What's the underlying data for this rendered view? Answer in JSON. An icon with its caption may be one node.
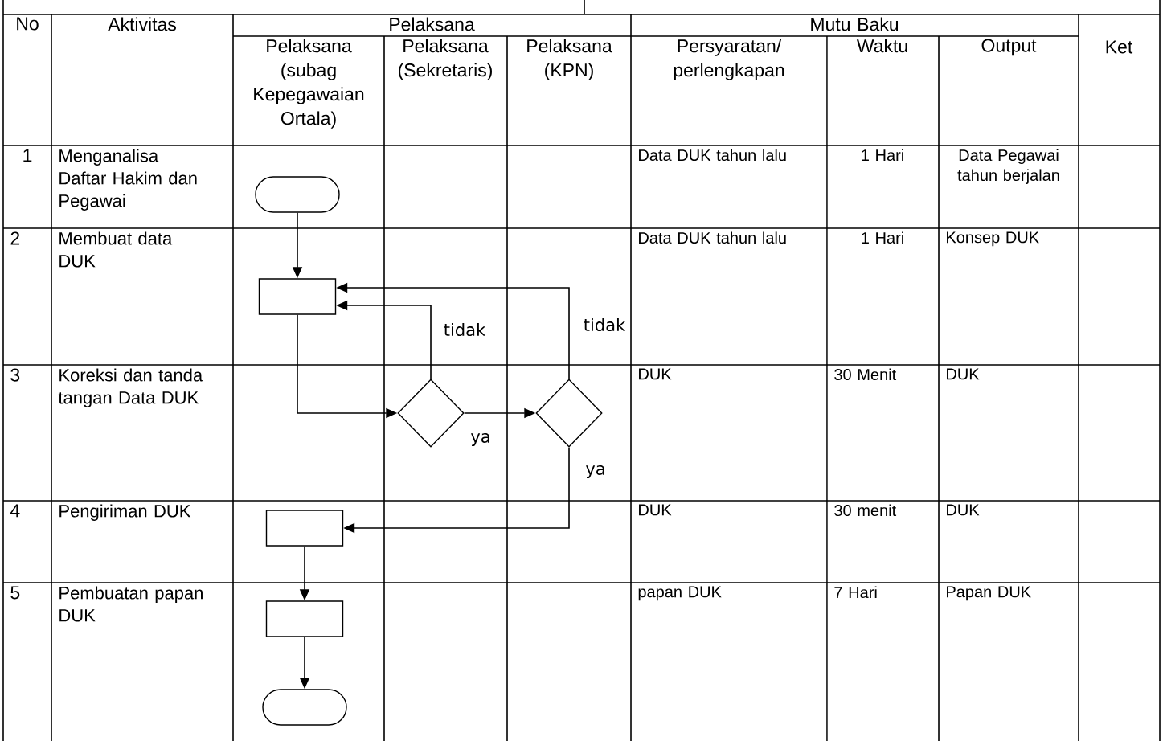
{
  "diagram": {
    "nodes": [
      {
        "text": [],
        "shape": "terminal"
      },
      {
        "text": [],
        "shape": "box"
      },
      {
        "text": [],
        "shape": "diamond"
      },
      {
        "text": [],
        "shape": "diamond"
      },
      {
        "text": [],
        "shape": "box"
      },
      {
        "text": [],
        "shape": "box"
      },
      {
        "text": [],
        "shape": "terminal"
      }
    ],
    "edges": [
      {
        "from": 0,
        "to": 1,
        "arrow": "to"
      },
      {
        "from": 1,
        "to": 2,
        "arrow": "to"
      },
      {
        "from": 2,
        "to": 1,
        "arrow": "to",
        "label": "tidak"
      },
      {
        "from": 2,
        "to": 3,
        "arrow": "to",
        "label": "ya"
      },
      {
        "from": 3,
        "to": 1,
        "arrow": "to",
        "label": "tidak"
      },
      {
        "from": 3,
        "to": 4,
        "arrow": "to",
        "label": "ya"
      },
      {
        "from": 4,
        "to": 5,
        "arrow": "to"
      },
      {
        "from": 5,
        "to": 6,
        "arrow": "to"
      }
    ],
    "labels": [
      "No",
      "Aktivitas",
      "Pelaksana",
      "Mutu Baku",
      "Ket",
      "Pelaksana (subag Kepegawaian Ortala)",
      "Pelaksana (Sekretaris)",
      "Pelaksana (KPN)",
      "Persyaratan/ perlengkapan",
      "Waktu",
      "Output",
      "1",
      "Menganalisa Daftar Hakim dan Pegawai",
      "Data DUK tahun lalu",
      "1 Hari",
      "Data Pegawai tahun berjalan",
      "2",
      "Membuat data DUK",
      "Data DUK tahun lalu",
      "1 Hari",
      "Konsep DUK",
      "3",
      "Koreksi dan tanda tangan Data DUK",
      "DUK",
      "30 Menit",
      "DUK",
      "4",
      "Pengiriman DUK",
      "DUK",
      "30 menit",
      "DUK",
      "5",
      "Pembuatan papan DUK",
      "papan DUK",
      "7 Hari",
      "Papan DUK"
    ]
  }
}
